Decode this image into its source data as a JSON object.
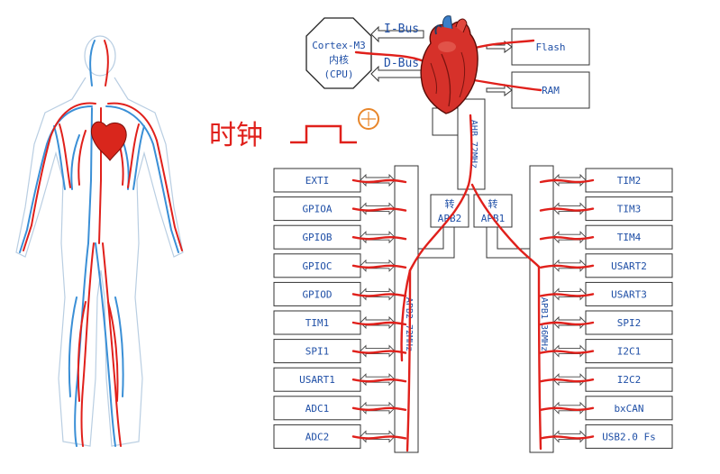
{
  "cpu": {
    "line1": "Cortex-M3",
    "line2": "内核",
    "line3": "(CPU)"
  },
  "buses": {
    "ibus": "I-Bus",
    "dbus": "D-Bus",
    "ahb": "AHB 72MHz",
    "apb2": "APB2 72MHz",
    "apb1": "APB1 36MHz"
  },
  "bridges": {
    "apb2_line1": "转",
    "apb2_line2": "APB2",
    "apb1_line1": "转",
    "apb1_line2": "APB1"
  },
  "memories": [
    "Flash",
    "RAM"
  ],
  "apb2_peripherals": [
    "EXTI",
    "GPIOA",
    "GPIOB",
    "GPIOC",
    "GPIOD",
    "TIM1",
    "SPI1",
    "USART1",
    "ADC1",
    "ADC2"
  ],
  "apb1_peripherals": [
    "TIM2",
    "TIM3",
    "TIM4",
    "USART2",
    "USART3",
    "SPI2",
    "I2C1",
    "I2C2",
    "bxCAN",
    "USB2.0 Fs"
  ],
  "annotation": {
    "clock_label": "时钟"
  },
  "colors": {
    "artery": "#e0201b",
    "vein": "#3a8fd6",
    "diagram_text": "#1f4fa6",
    "box_border": "#333333",
    "marker": "#e8862a"
  }
}
